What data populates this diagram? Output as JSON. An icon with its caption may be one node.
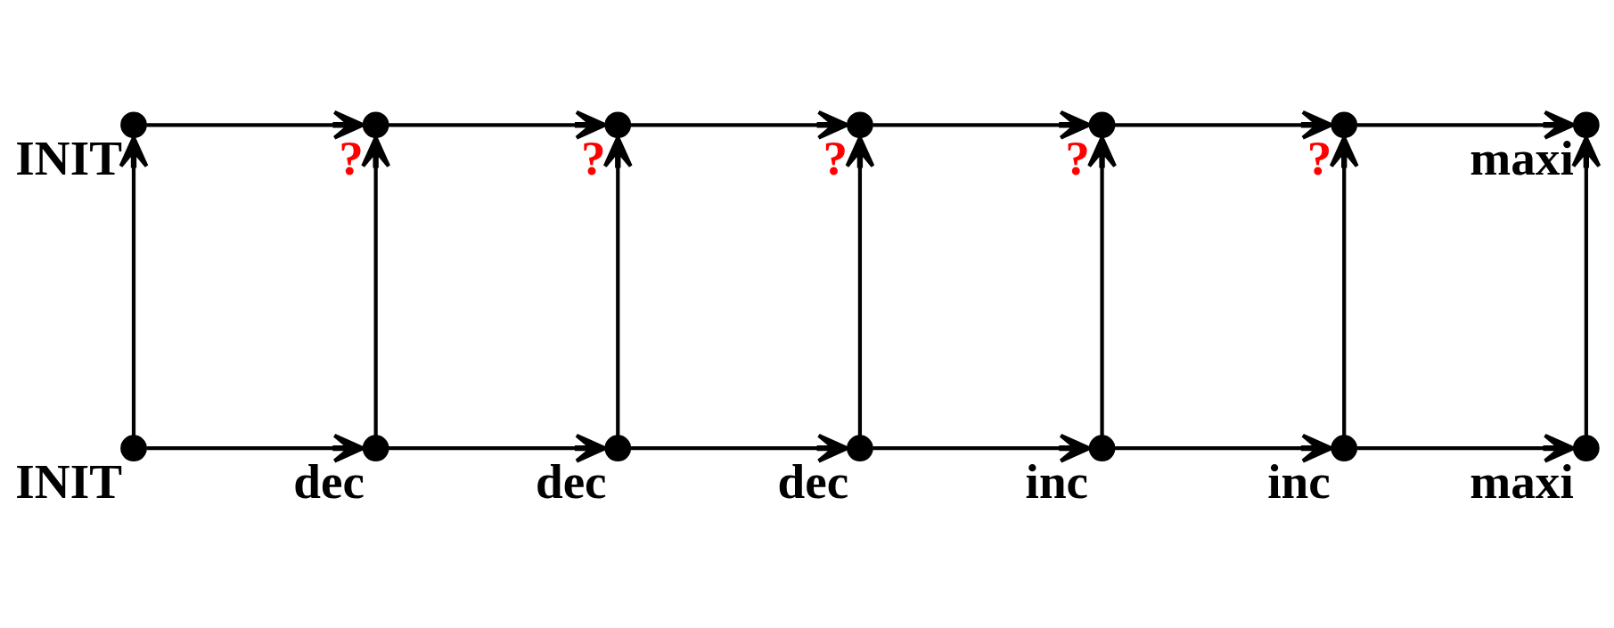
{
  "diagram": {
    "nodes": [
      {
        "text": [],
        "shape": "circle",
        "beside": [
          "INIT"
        ]
      },
      {
        "text": [],
        "shape": "circle",
        "beside": [
          "?"
        ]
      },
      {
        "text": [],
        "shape": "circle",
        "beside": [
          "?"
        ]
      },
      {
        "text": [],
        "shape": "circle",
        "beside": [
          "?"
        ]
      },
      {
        "text": [],
        "shape": "circle",
        "beside": [
          "?"
        ]
      },
      {
        "text": [],
        "shape": "circle",
        "beside": [
          "?"
        ]
      },
      {
        "text": [],
        "shape": "circle",
        "beside": [
          "maxi"
        ]
      },
      {
        "text": [],
        "shape": "circle",
        "beside": [
          "INIT"
        ]
      },
      {
        "text": [],
        "shape": "circle",
        "beside": [
          "dec"
        ]
      },
      {
        "text": [],
        "shape": "circle",
        "beside": [
          "dec"
        ]
      },
      {
        "text": [],
        "shape": "circle",
        "beside": [
          "dec"
        ]
      },
      {
        "text": [],
        "shape": "circle",
        "beside": [
          "inc"
        ]
      },
      {
        "text": [],
        "shape": "circle",
        "beside": [
          "inc"
        ]
      },
      {
        "text": [],
        "shape": "circle",
        "beside": [
          "maxi"
        ]
      }
    ],
    "edges": [
      {
        "from": 0,
        "to": 1,
        "arrow": "to"
      },
      {
        "from": 1,
        "to": 2,
        "arrow": "to"
      },
      {
        "from": 2,
        "to": 3,
        "arrow": "to"
      },
      {
        "from": 3,
        "to": 4,
        "arrow": "to"
      },
      {
        "from": 4,
        "to": 5,
        "arrow": "to"
      },
      {
        "from": 5,
        "to": 6,
        "arrow": "to"
      },
      {
        "from": 7,
        "to": 8,
        "arrow": "to"
      },
      {
        "from": 8,
        "to": 9,
        "arrow": "to"
      },
      {
        "from": 9,
        "to": 10,
        "arrow": "to"
      },
      {
        "from": 10,
        "to": 11,
        "arrow": "to"
      },
      {
        "from": 11,
        "to": 12,
        "arrow": "to"
      },
      {
        "from": 12,
        "to": 13,
        "arrow": "to"
      },
      {
        "from": 7,
        "to": 0,
        "arrow": "to"
      },
      {
        "from": 8,
        "to": 1,
        "arrow": "to"
      },
      {
        "from": 9,
        "to": 2,
        "arrow": "to"
      },
      {
        "from": 10,
        "to": 3,
        "arrow": "to"
      },
      {
        "from": 11,
        "to": 4,
        "arrow": "to"
      },
      {
        "from": 12,
        "to": 5,
        "arrow": "to"
      },
      {
        "from": 13,
        "to": 6,
        "arrow": "to"
      }
    ]
  }
}
